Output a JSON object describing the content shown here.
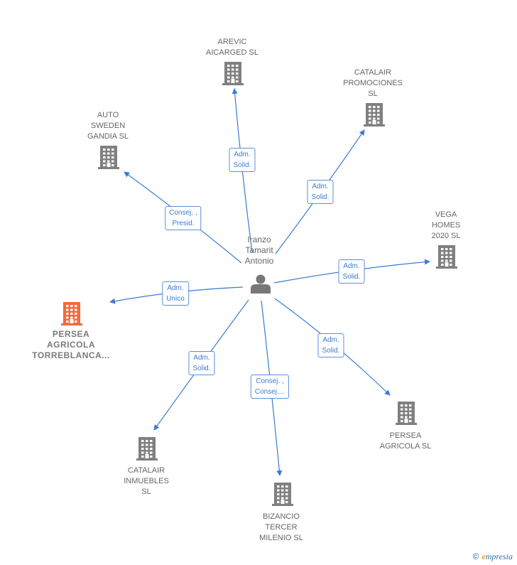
{
  "center": {
    "label": "Iranzo\nTamarit\nAntonio"
  },
  "nodes": [
    {
      "id": "arevic",
      "label": "AREVIC\nAICARGED SL",
      "highlight": false
    },
    {
      "id": "catalair-promo",
      "label": "CATALAIR\nPROMOCIONES\nSL",
      "highlight": false
    },
    {
      "id": "auto-sweden",
      "label": "AUTO\nSWEDEN\nGANDIA SL",
      "highlight": false
    },
    {
      "id": "vega",
      "label": "VEGA\nHOMES\n2020  SL",
      "highlight": false
    },
    {
      "id": "persea-torre",
      "label": "PERSEA\nAGRICOLA\nTORREBLANCA...",
      "highlight": true
    },
    {
      "id": "persea",
      "label": "PERSEA\nAGRICOLA  SL",
      "highlight": false
    },
    {
      "id": "catalair-inm",
      "label": "CATALAIR\nINMUEBLES\nSL",
      "highlight": false
    },
    {
      "id": "bizancio",
      "label": "BIZANCIO\nTERCER\nMILENIO  SL",
      "highlight": false
    }
  ],
  "edges": [
    {
      "to": "arevic",
      "label": "Adm.\nSolid."
    },
    {
      "to": "catalair-promo",
      "label": "Adm.\nSolid."
    },
    {
      "to": "auto-sweden",
      "label": "Consej. ,\nPresid."
    },
    {
      "to": "vega",
      "label": "Adm.\nSolid."
    },
    {
      "to": "persea-torre",
      "label": "Adm.\nUnico"
    },
    {
      "to": "persea",
      "label": "Adm.\nSolid."
    },
    {
      "to": "catalair-inm",
      "label": "Adm.\nSolid."
    },
    {
      "to": "bizancio",
      "label": "Consej. ,\nConsej...."
    }
  ],
  "colors": {
    "edge": "#3a7bd5",
    "building": "#808080",
    "highlight": "#f26a3d",
    "person": "#777777"
  },
  "icons": {
    "company": "building-icon",
    "person": "person-icon"
  },
  "footer": {
    "copyright": "©",
    "brand_e": "e",
    "brand_rest": "mpresia"
  }
}
